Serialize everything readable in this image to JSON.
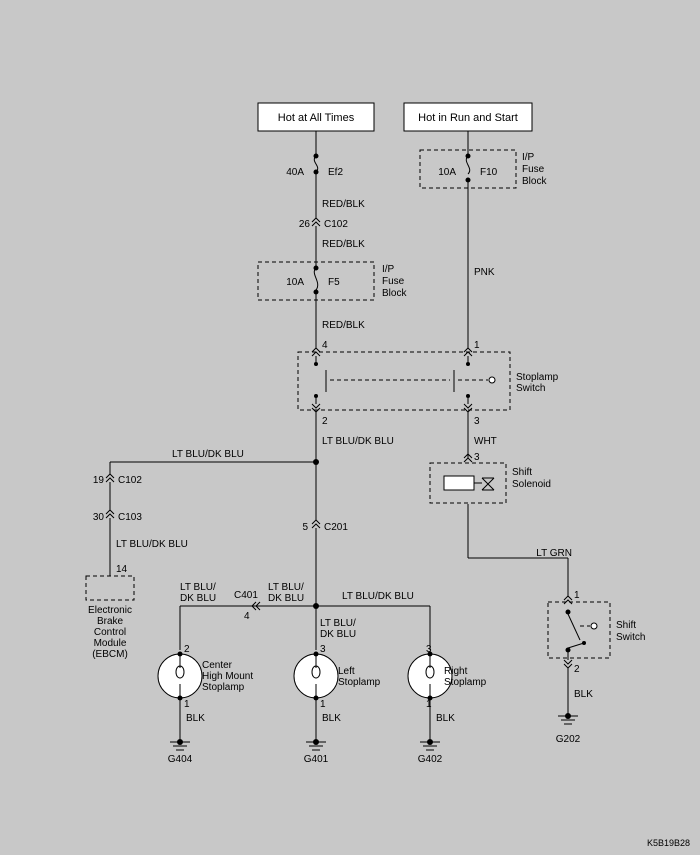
{
  "sources": {
    "hot_always": "Hot at All Times",
    "hot_run_start": "Hot in Run and Start"
  },
  "fuses": {
    "ef2": {
      "amp": "40A",
      "name": "Ef2"
    },
    "f10": {
      "amp": "10A",
      "name": "F10",
      "block": [
        "I/P",
        "Fuse",
        "Block"
      ]
    },
    "f5": {
      "amp": "10A",
      "name": "F5",
      "block": [
        "I/P",
        "Fuse",
        "Block"
      ]
    }
  },
  "wires": {
    "red_blk_1": "RED/BLK",
    "red_blk_2": "RED/BLK",
    "red_blk_3": "RED/BLK",
    "pnk": "PNK",
    "lt_blu_dk_blu_1": "LT BLU/DK BLU",
    "lt_blu_dk_blu_main": "LT BLU/DK BLU",
    "lt_blu_dk_blu_ebcm": "LT BLU/DK BLU",
    "lt_blu_dk_blu_right": "LT BLU/DK BLU",
    "wht": "WHT",
    "lt_grn": "LT GRN",
    "lt_blu_a1": "LT BLU/",
    "dk_blu_a2": "DK BLU",
    "lt_blu_b1": "LT BLU/",
    "dk_blu_b2": "DK BLU",
    "lt_blu_c1": "LT BLU/",
    "dk_blu_c2": "DK BLU",
    "blk_chmsl": "BLK",
    "blk_left": "BLK",
    "blk_right": "BLK",
    "blk_shift": "BLK"
  },
  "connectors": {
    "c102_top": {
      "pin": "26",
      "name": "C102"
    },
    "c102_ebcm": {
      "pin": "19",
      "name": "C102"
    },
    "c103": {
      "pin": "30",
      "name": "C103"
    },
    "c201": {
      "pin": "5",
      "name": "C201"
    },
    "c401": {
      "pin": "4",
      "name": "C401"
    }
  },
  "pins": {
    "stop_in_left": "4",
    "stop_in_right": "1",
    "stop_out_left": "2",
    "stop_out_right": "3",
    "sol_in": "3",
    "ebcm_pin": "14",
    "shift_in": "1",
    "shift_out": "2",
    "chmsl_in": "2",
    "chmsl_out": "1",
    "left_in": "3",
    "left_out": "1",
    "right_in": "3",
    "right_out": "1"
  },
  "components": {
    "stoplamp_switch": [
      "Stoplamp",
      "Switch"
    ],
    "shift_solenoid": [
      "Shift",
      "Solenoid"
    ],
    "shift_switch": [
      "Shift",
      "Switch"
    ],
    "ebcm": [
      "Electronic",
      "Brake",
      "Control",
      "Module",
      "(EBCM)"
    ],
    "chmsl": [
      "Center",
      "High Mount",
      "Stoplamp"
    ],
    "left_stoplamp": [
      "Left",
      "Stoplamp"
    ],
    "right_stoplamp": [
      "Right",
      "Stoplamp"
    ]
  },
  "grounds": {
    "g404": "G404",
    "g401": "G401",
    "g402": "G402",
    "g202": "G202"
  },
  "figure_code": "K5B19B28"
}
